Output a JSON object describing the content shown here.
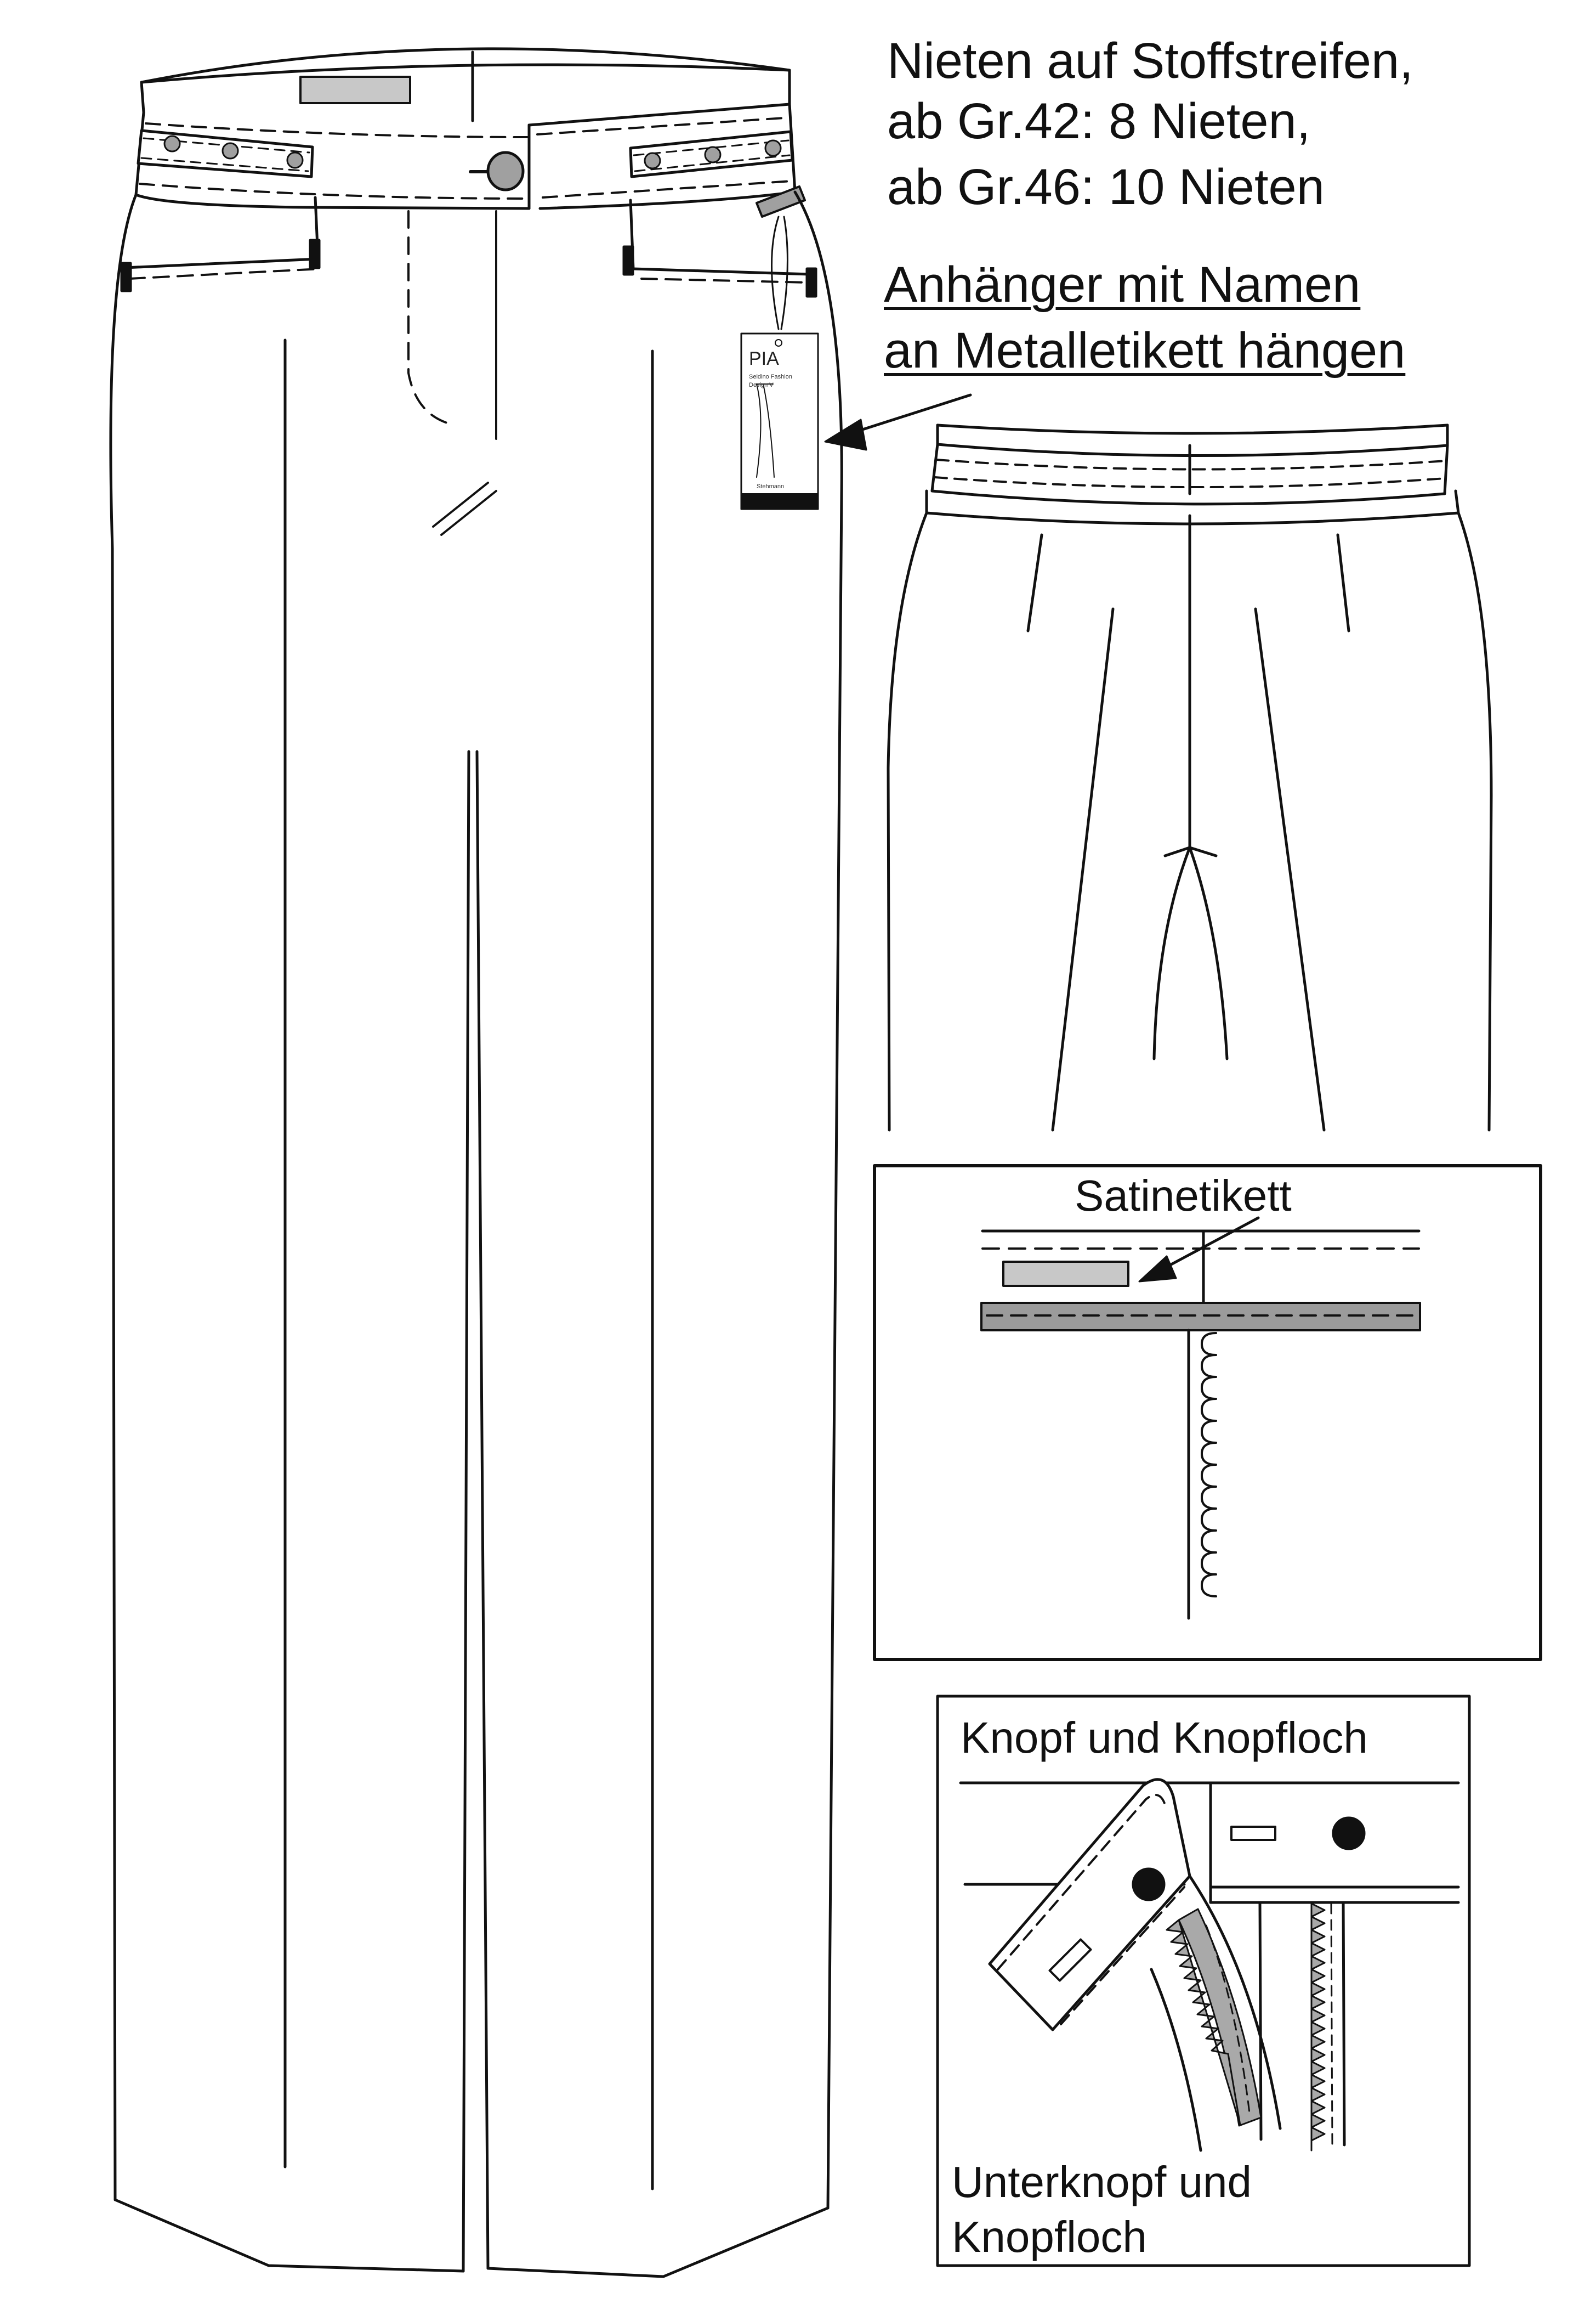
{
  "notes": {
    "rivets_line1": "Nieten auf Stoffstreifen,",
    "rivets_line2": "ab Gr.42: 8 Nieten,",
    "rivets_line3": "ab Gr.46: 10 Nieten",
    "hangtag_line1": "Anhänger mit Namen ",
    "hangtag_line2": "an Metalletikett hängen"
  },
  "hangtag": {
    "name": "PIA",
    "sub1": "Seidino Fashion",
    "sub2": "Design V",
    "brand": "Stehmann"
  },
  "detail_label": {
    "title": "Satinetikett"
  },
  "detail_button": {
    "title": "Knopf und Knopfloch",
    "caption_line1": "Unterknopf und",
    "caption_line2": "Knopfloch"
  },
  "colors": {
    "line": "#111111",
    "label_fill": "#c8c8c8",
    "band_fill": "#9b9b9b",
    "zip_tape": "#a9a9a9",
    "rivet": "#a0a0a0",
    "button": "#111111"
  }
}
